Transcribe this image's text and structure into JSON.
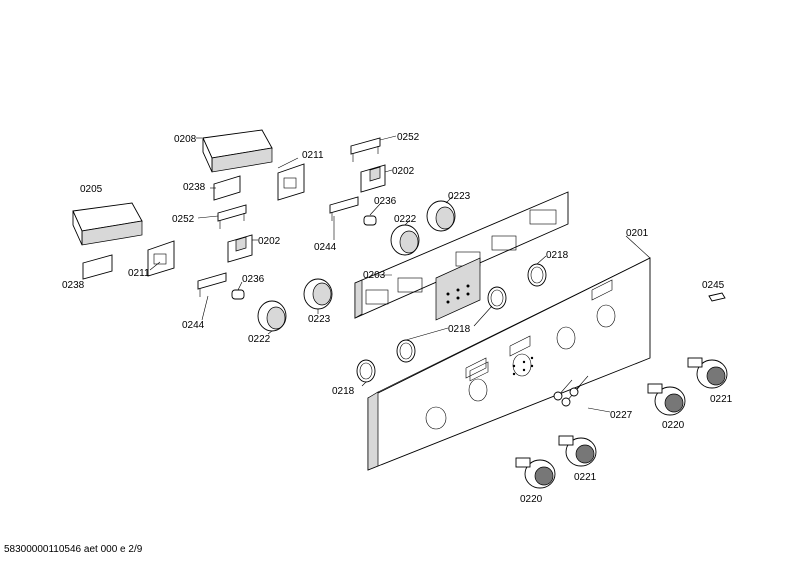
{
  "footer": "58300000110546 aet 000 e 2/9",
  "labels": {
    "l0208": "0208",
    "l0211a": "0211",
    "l0252a": "0252",
    "l0202a": "0202",
    "l0238a": "0238",
    "l0236a": "0236",
    "l0223a": "0223",
    "l0205": "0205",
    "l0252b": "0252",
    "l0202b": "0202",
    "l0222a": "0222",
    "l0244a": "0244",
    "l0238b": "0238",
    "l0211b": "0211",
    "l0236b": "0236",
    "l0203": "0203",
    "l0201": "0201",
    "l0218a": "0218",
    "l0244b": "0244",
    "l0223b": "0223",
    "l0218b": "0218",
    "l0222b": "0222",
    "l0245": "0245",
    "l0218c": "0218",
    "l0227": "0227",
    "l0221a": "0221",
    "l0220a": "0220",
    "l0221b": "0221",
    "l0220b": "0220"
  }
}
